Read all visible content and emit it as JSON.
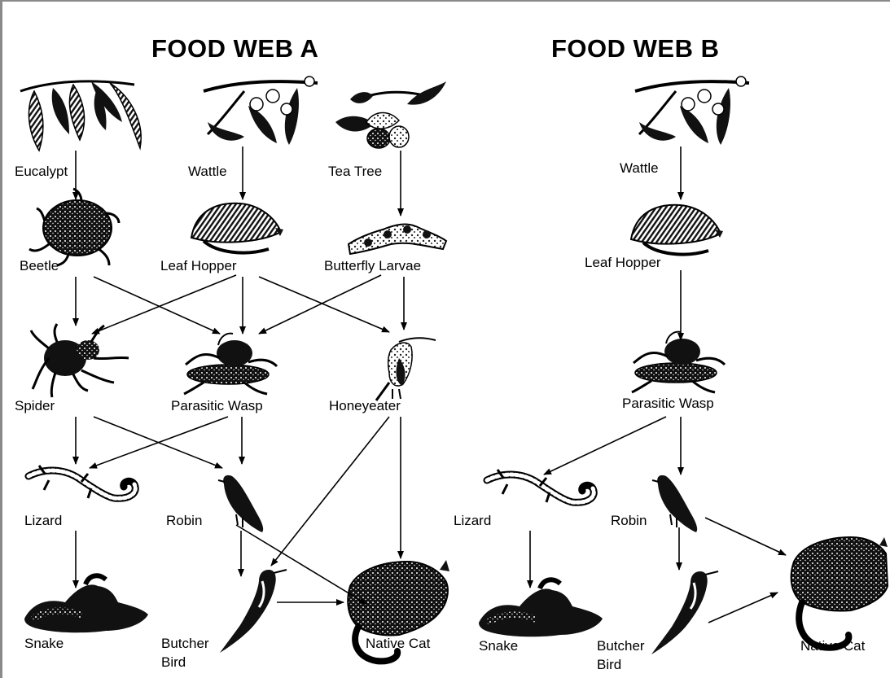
{
  "webA": {
    "title": "FOOD WEB A",
    "labels": {
      "eucalypt": "Eucalypt",
      "wattle": "Wattle",
      "tea_tree": "Tea Tree",
      "beetle": "Beetle",
      "leaf_hopper": "Leaf Hopper",
      "butterfly_larvae": "Butterfly Larvae",
      "spider": "Spider",
      "parasitic_wasp": "Parasitic Wasp",
      "honeyeater": "Honeyeater",
      "lizard": "Lizard",
      "robin": "Robin",
      "snake": "Snake",
      "butcher_bird_1": "Butcher",
      "butcher_bird_2": "Bird",
      "native_cat": "Native Cat"
    }
  },
  "webB": {
    "title": "FOOD WEB B",
    "labels": {
      "wattle": "Wattle",
      "leaf_hopper": "Leaf Hopper",
      "parasitic_wasp": "Parasitic Wasp",
      "lizard": "Lizard",
      "robin": "Robin",
      "snake": "Snake",
      "butcher_bird_1": "Butcher",
      "butcher_bird_2": "Bird",
      "native_cat": "Native Cat"
    }
  },
  "colors": {
    "ink": "#000000",
    "frame": "#8a8a8a"
  }
}
